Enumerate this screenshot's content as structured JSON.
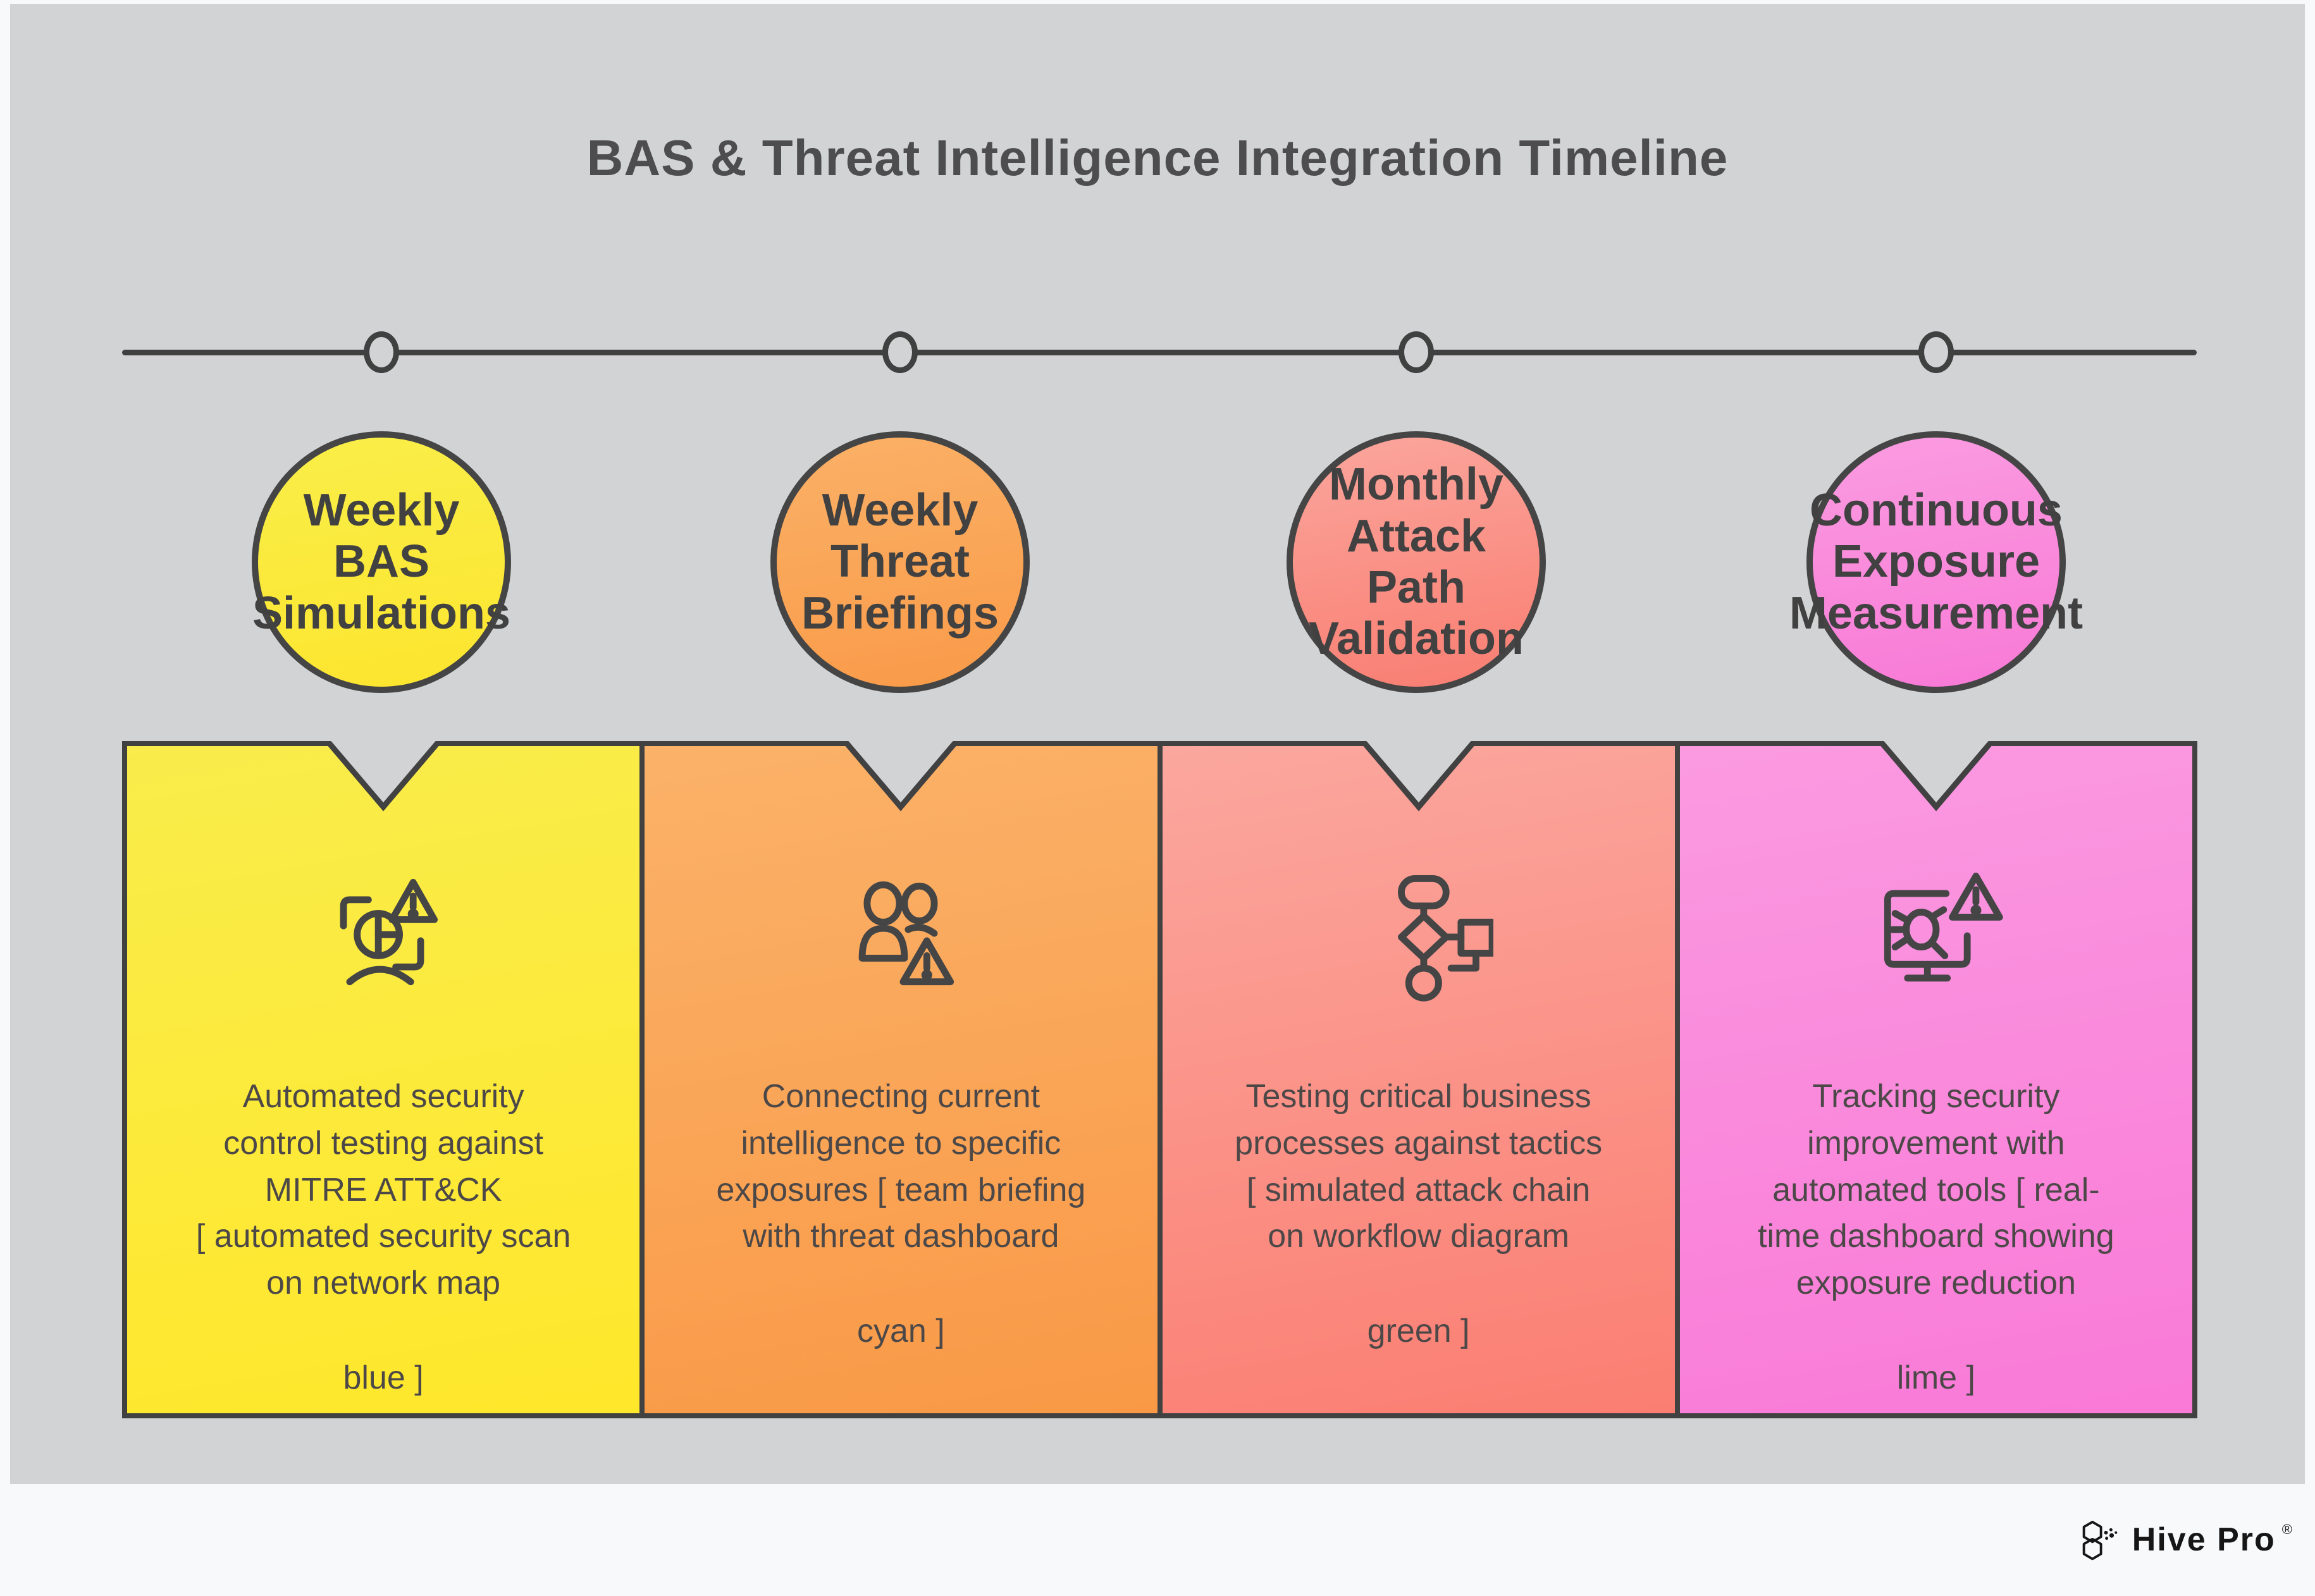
{
  "title": "BAS & Threat Intelligence Integration Timeline",
  "background_color": "#d2d3d4",
  "line_color": "#3f4040",
  "text_color": "#4d4848",
  "stages": [
    {
      "label": "Weekly\nBAS\nSimulations",
      "icon": "security-scan-alert-icon",
      "description": "Automated security\ncontrol testing against\nMITRE ATT&CK\n[ automated security scan\non network map",
      "tag": "blue ]",
      "circle_top": "#f9ee49",
      "circle_bottom": "#fde52e",
      "card_top": "#f9ec4b",
      "card_bottom": "#ffe72b"
    },
    {
      "label": "Weekly\nThreat\nBriefings",
      "icon": "team-alert-icon",
      "description": "Connecting current\nintelligence to specific\nexposures [ team briefing\nwith threat dashboard",
      "tag": "cyan ]",
      "circle_top": "#fbb167",
      "circle_bottom": "#f99a48",
      "card_top": "#fbb269",
      "card_bottom": "#f99946"
    },
    {
      "label": "Monthly\nAttack\nPath\nValidation",
      "icon": "attack-path-flowchart-icon",
      "description": "Testing critical business\nprocesses against tactics\n[ simulated attack chain\non workflow diagram",
      "tag": "green ]",
      "circle_top": "#fba69d",
      "circle_bottom": "#f97d71",
      "card_top": "#fba79e",
      "card_bottom": "#fb7e72"
    },
    {
      "label": "Continuous\nExposure\nMeasurement",
      "icon": "monitor-bug-alert-icon",
      "description": "Tracking security\nimprovement with\nautomated tools [ real-\ntime dashboard showing\nexposure reduction",
      "tag": "lime ]",
      "circle_top": "#fb9ce1",
      "circle_bottom": "#f879d6",
      "card_top": "#fb9ae1",
      "card_bottom": "#f97ad7"
    }
  ],
  "footer": {
    "brand": "Hive Pro",
    "registered": "®"
  }
}
